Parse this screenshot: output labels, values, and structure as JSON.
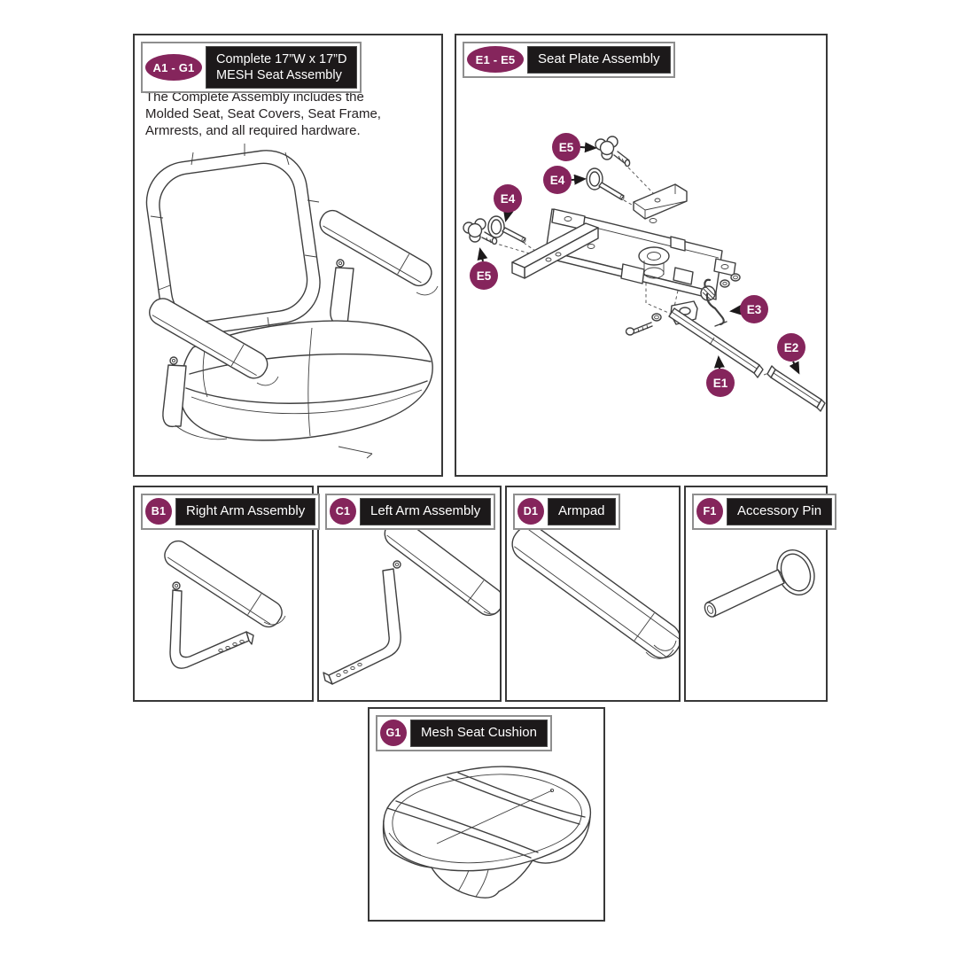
{
  "colors": {
    "accent_plum": "#85255c",
    "header_black": "#1c191a",
    "line_art": "#3f3f3f"
  },
  "panels": {
    "complete": {
      "code": "A1 - G1",
      "title_lines": [
        "Complete 17”W x 17”D",
        "MESH Seat Assembly"
      ],
      "description": [
        "The Complete Assembly includes the",
        "Molded Seat, Seat Covers, Seat Frame,",
        "Armrests, and all required hardware."
      ]
    },
    "seat_plate": {
      "code": "E1 - E5",
      "title": "Seat Plate Assembly",
      "callouts": {
        "e5_upper": "E5",
        "e4_upper": "E4",
        "e4_left": "E4",
        "e5_left": "E5",
        "e3": "E3",
        "e1": "E1",
        "e2": "E2"
      }
    },
    "right_arm": {
      "code": "B1",
      "title": "Right Arm Assembly"
    },
    "left_arm": {
      "code": "C1",
      "title": "Left Arm Assembly"
    },
    "armpad": {
      "code": "D1",
      "title": "Armpad"
    },
    "accessory_pin": {
      "code": "F1",
      "title": "Accessory Pin"
    },
    "mesh_cushion": {
      "code": "G1",
      "title": "Mesh Seat Cushion"
    }
  }
}
